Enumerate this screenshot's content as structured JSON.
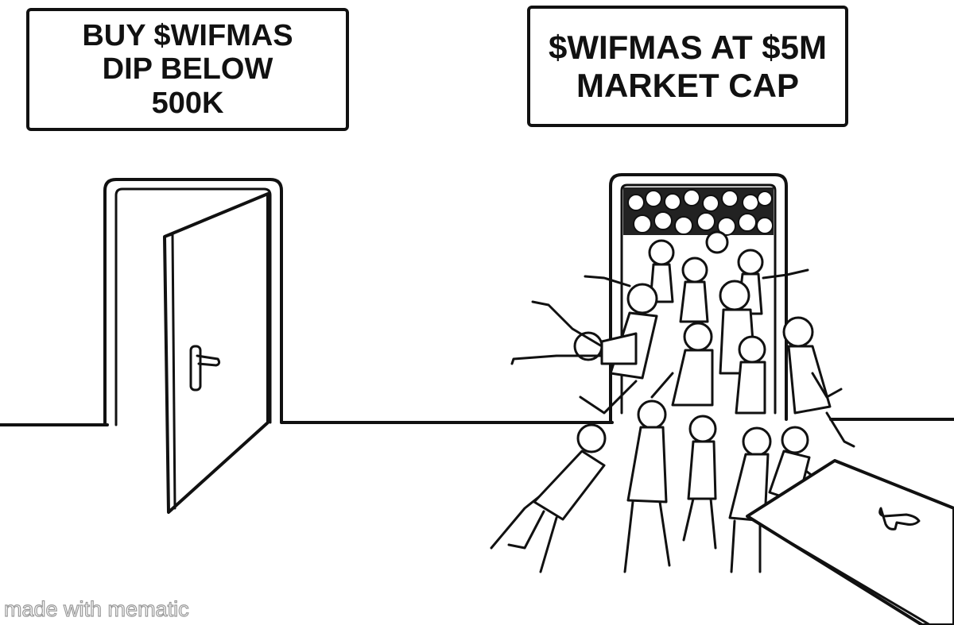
{
  "signs": {
    "left": "BUY $WIFMAS\nDIP BELOW\n500K",
    "right": "$WIFMAS AT $5M\nMARKET CAP"
  },
  "watermark": "made with mematic",
  "scene": {
    "left_door": "empty-open-door",
    "right_door": "crowded-door-stick-figures"
  }
}
